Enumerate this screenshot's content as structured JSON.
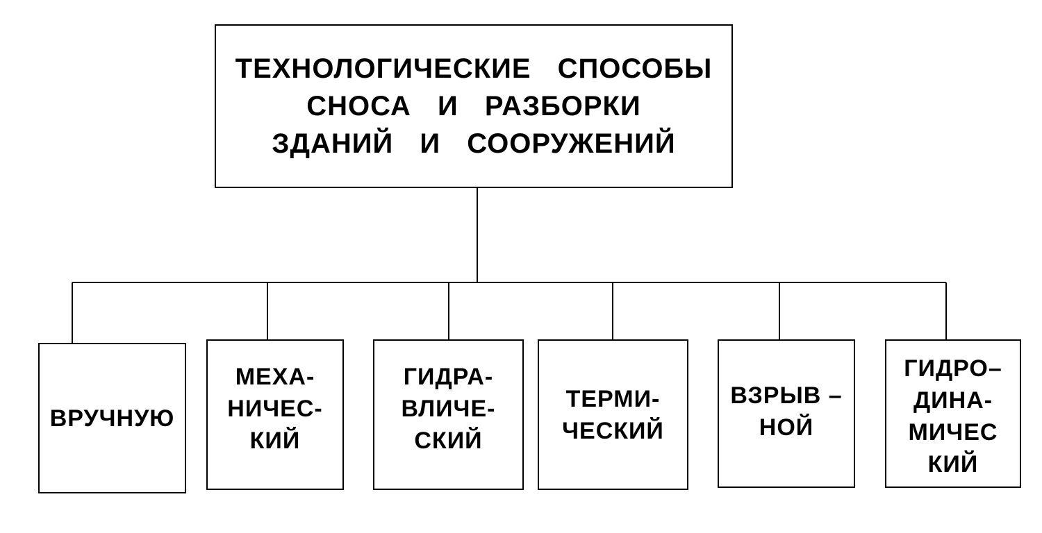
{
  "diagram": {
    "root": {
      "lines": [
        "ТЕХНОЛОГИЧЕСКИЕ СПОСОБЫ",
        "СНОСА И РАЗБОРКИ",
        "ЗДАНИЙ И СООРУЖЕНИЙ"
      ]
    },
    "children": [
      {
        "lines": [
          "ВРУЧНУЮ"
        ]
      },
      {
        "lines": [
          "МЕХА-",
          "НИЧЕС-",
          "КИЙ"
        ]
      },
      {
        "lines": [
          "ГИДРА-",
          "ВЛИЧЕ-",
          "СКИЙ"
        ]
      },
      {
        "lines": [
          "ТЕРМИ-",
          "ЧЕСКИЙ"
        ]
      },
      {
        "lines": [
          "ВЗРЫВ –",
          "НОЙ"
        ]
      },
      {
        "lines": [
          "ГИДРО–",
          "ДИНА-",
          "МИЧЕС",
          "КИЙ"
        ]
      }
    ],
    "line_color": "#000000",
    "background_color": "#ffffff"
  }
}
